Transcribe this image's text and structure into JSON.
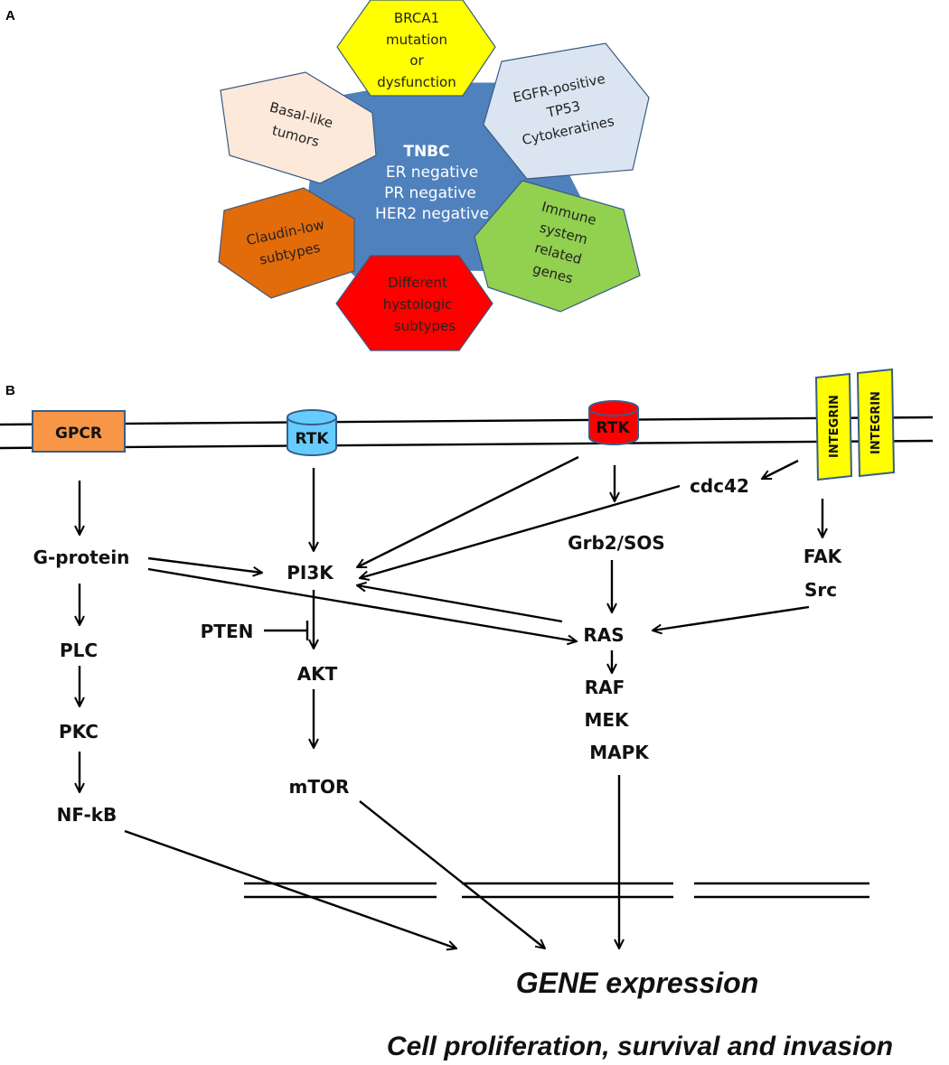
{
  "panel_a": {
    "label": "A",
    "center": {
      "lines": [
        "TNBC",
        "ER  negative",
        "PR negative",
        "HER2 negative"
      ],
      "color": "#4f81bd"
    },
    "hexagons": [
      {
        "id": "brca1",
        "lines": [
          "BRCA1",
          "mutation",
          "or",
          "dysfunction"
        ],
        "color": "#ffff00"
      },
      {
        "id": "egfr",
        "lines": [
          "EGFR-positive",
          "TP53",
          "Cytokeratines"
        ],
        "color": "#dbe5f1"
      },
      {
        "id": "immune",
        "lines": [
          "Immune",
          "system",
          "related",
          "genes"
        ],
        "color": "#92d050"
      },
      {
        "id": "histologic",
        "lines": [
          "Different",
          "hystologic",
          "subtypes"
        ],
        "color": "#ff0000"
      },
      {
        "id": "claudin",
        "lines": [
          "Claudin-low",
          "subtypes"
        ],
        "color": "#e26b0a"
      },
      {
        "id": "basal",
        "lines": [
          "Basal-like",
          "tumors"
        ],
        "color": "#fde9d9"
      }
    ]
  },
  "panel_b": {
    "label": "B",
    "receptors": {
      "gpcr": {
        "label": "GPCR",
        "color": "#f79646"
      },
      "rtk1": {
        "label": "RTK",
        "color": "#66ccff"
      },
      "rtk2": {
        "label": "RTK",
        "color": "#ff0000"
      },
      "integrin1": {
        "label": "INTEGRIN",
        "color": "#ffff00"
      },
      "integrin2": {
        "label": "INTEGRIN",
        "color": "#ffff00"
      }
    },
    "nodes": {
      "gprotein": "G-protein",
      "plc": "PLC",
      "pkc": "PKC",
      "nfkb": "NF-kB",
      "pi3k": "PI3K",
      "pten": "PTEN",
      "akt": "AKT",
      "mtor": "mTOR",
      "cdc42": "cdc42",
      "grb2": "Grb2/SOS",
      "ras": "RAS",
      "raf": "RAF",
      "mek": "MEK",
      "mapk": "MAPK",
      "fak": "FAK",
      "src": "Src"
    },
    "outcome": {
      "gene": "GENE expression",
      "cell": "Cell proliferation, survival and invasion"
    }
  }
}
